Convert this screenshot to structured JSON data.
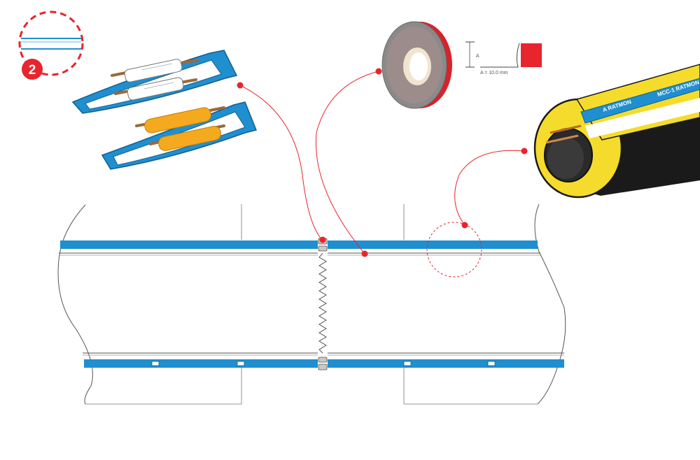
{
  "step": {
    "number": "2"
  },
  "tape_callout": {
    "dimension_letter": "A",
    "dimension_text": "A = 10.0 mm"
  },
  "cable_callout": {
    "label_1": "A RATMON",
    "label_2": "MCC-1 RATMON"
  },
  "colors": {
    "accent_red": "#e8242c",
    "strip_blue": "#1f8fd0",
    "insulation_yellow": "#f5dc2c",
    "sleeve_orange": "#f4a91f",
    "tape_grey": "#8a8a8a",
    "line_grey": "#555555"
  },
  "icons": {
    "step_badge": "number-badge",
    "tape_roll": "tape-roll-icon",
    "connector": "wire-connector-icon",
    "pipe_section": "insulated-pipe-icon"
  }
}
